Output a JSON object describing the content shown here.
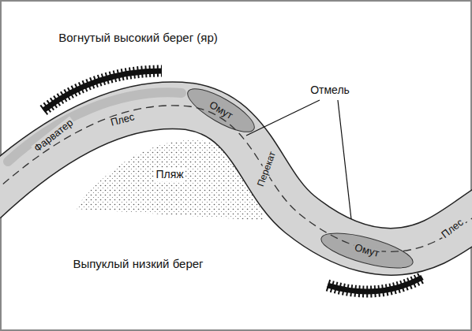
{
  "diagram": {
    "labels": [
      "Вогнутый высокий берег (яр)",
      "Омут",
      "Отмель",
      "Фарватер",
      "Плес",
      "Пляж",
      "Перекат",
      "Выпуклый низкий берег",
      "Омут",
      "Плес"
    ]
  }
}
